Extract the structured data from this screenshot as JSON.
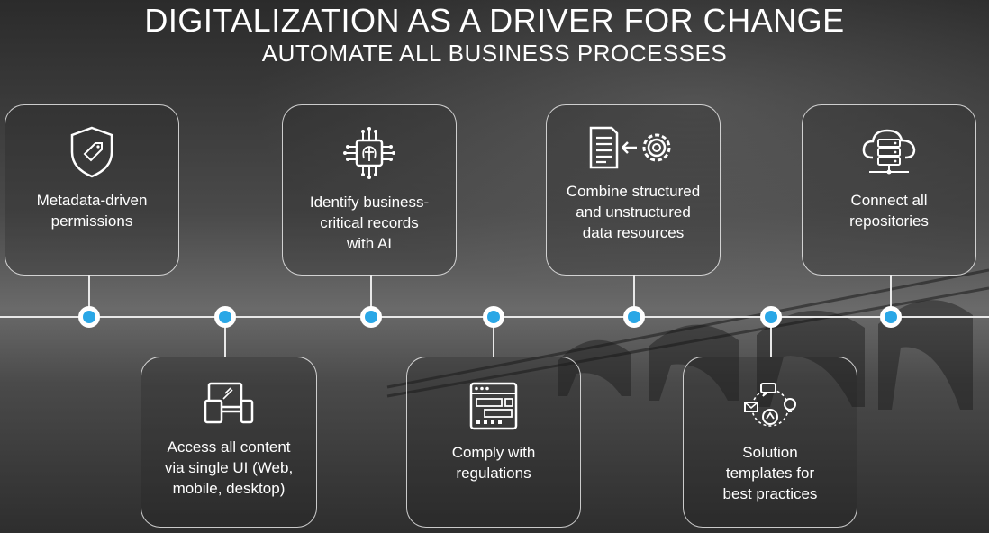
{
  "header": {
    "title": "DIGITALIZATION AS A DRIVER FOR CHANGE",
    "subtitle": "AUTOMATE ALL BUSINESS PROCESSES"
  },
  "cards": [
    {
      "label": "Metadata-driven\npermissions",
      "icon": "shield-tag-icon"
    },
    {
      "label": "Access all content\nvia single UI (Web,\nmobile, desktop)",
      "icon": "devices-icon"
    },
    {
      "label": "Identify business-\ncritical records\nwith AI",
      "icon": "ai-chip-icon"
    },
    {
      "label": "Comply with\nregulations",
      "icon": "regulation-form-icon"
    },
    {
      "label": "Combine structured\nand unstructured\ndata resources",
      "icon": "document-gear-icon"
    },
    {
      "label": "Solution\ntemplates for\nbest practices",
      "icon": "solution-ideas-icon"
    },
    {
      "label": "Connect all\nrepositories",
      "icon": "cloud-server-icon"
    }
  ],
  "colors": {
    "node": "#2aa7e6",
    "line": "#e8e8e8",
    "text": "#ffffff"
  }
}
